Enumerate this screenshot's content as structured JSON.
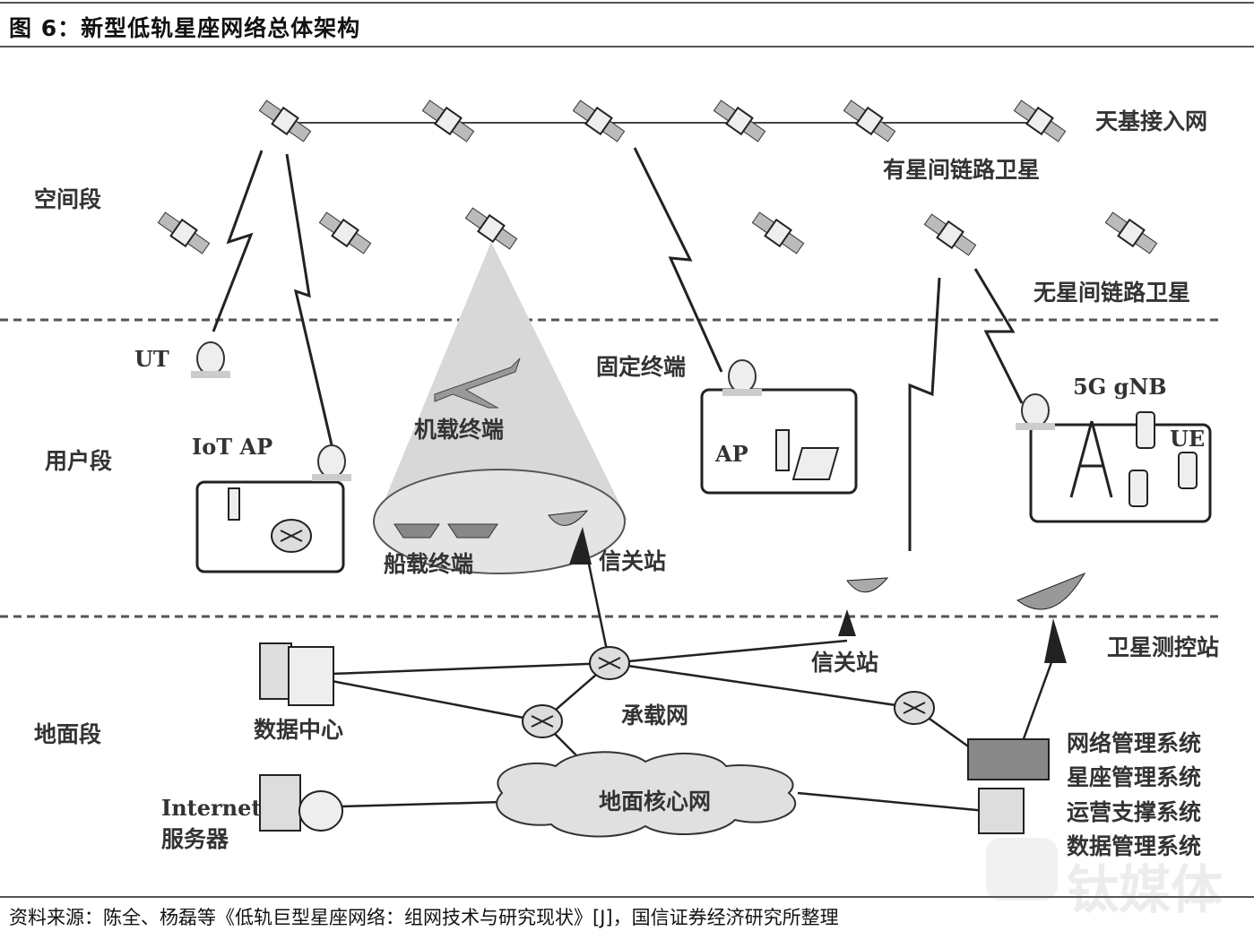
{
  "title": "图 6：新型低轨星座网络总体架构",
  "segments": {
    "space": "空间段",
    "user": "用户段",
    "ground": "地面段"
  },
  "space_labels": {
    "access_network": "天基接入网",
    "isl_sat": "有星间链路卫星",
    "no_isl_sat": "无星间链路卫星"
  },
  "user_labels": {
    "ut": "UT",
    "iot_ap": "IoT AP",
    "airborne": "机载终端",
    "fixed": "固定终端",
    "ap": "AP",
    "ship": "船载终端",
    "gateway1": "信关站",
    "gnb": "5G gNB",
    "ue": "UE"
  },
  "ground_labels": {
    "gateway2": "信关站",
    "ttc": "卫星测控站",
    "datacenter": "数据中心",
    "bearer": "承载网",
    "core": "地面核心网",
    "internet": "Internet",
    "server": "服务器",
    "systems": [
      "网络管理系统",
      "星座管理系统",
      "运营支撑系统",
      "数据管理系统"
    ]
  },
  "watermark": "钛媒体",
  "caption": "资料来源：陈全、杨磊等《低轨巨型星座网络：组网技术与研究现状》[J]，国信证券经济研究所整理"
}
